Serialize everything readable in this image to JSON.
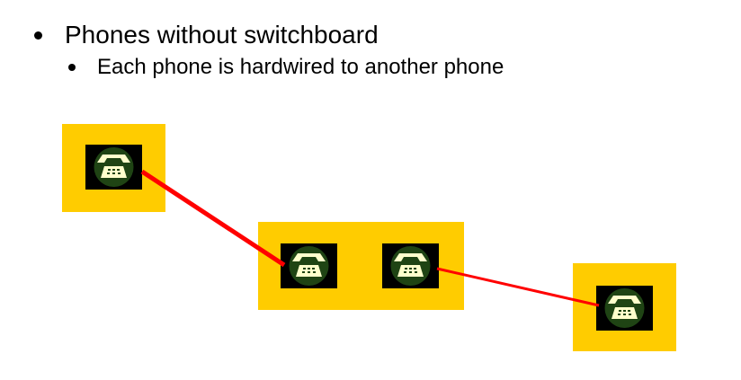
{
  "bullets": [
    {
      "text": "Phones without switchboard",
      "sub": [
        {
          "text": "Each phone is hardwired to another phone"
        }
      ]
    }
  ],
  "diagram": {
    "colors": {
      "panel": "#FFCC00",
      "icon_bg": "#000000",
      "icon_circle": "#1F4414",
      "icon_handset": "#FFFFCC",
      "wire": "#FF0000"
    },
    "phone_icon": "telephone-icon",
    "panels": [
      {
        "id": "panel-left",
        "phones": [
          "phone-a"
        ]
      },
      {
        "id": "panel-middle",
        "phones": [
          "phone-b",
          "phone-c"
        ]
      },
      {
        "id": "panel-right",
        "phones": [
          "phone-d"
        ]
      }
    ],
    "connections": [
      {
        "from": "phone-a",
        "to": "phone-b"
      },
      {
        "from": "phone-c",
        "to": "phone-d"
      }
    ]
  }
}
